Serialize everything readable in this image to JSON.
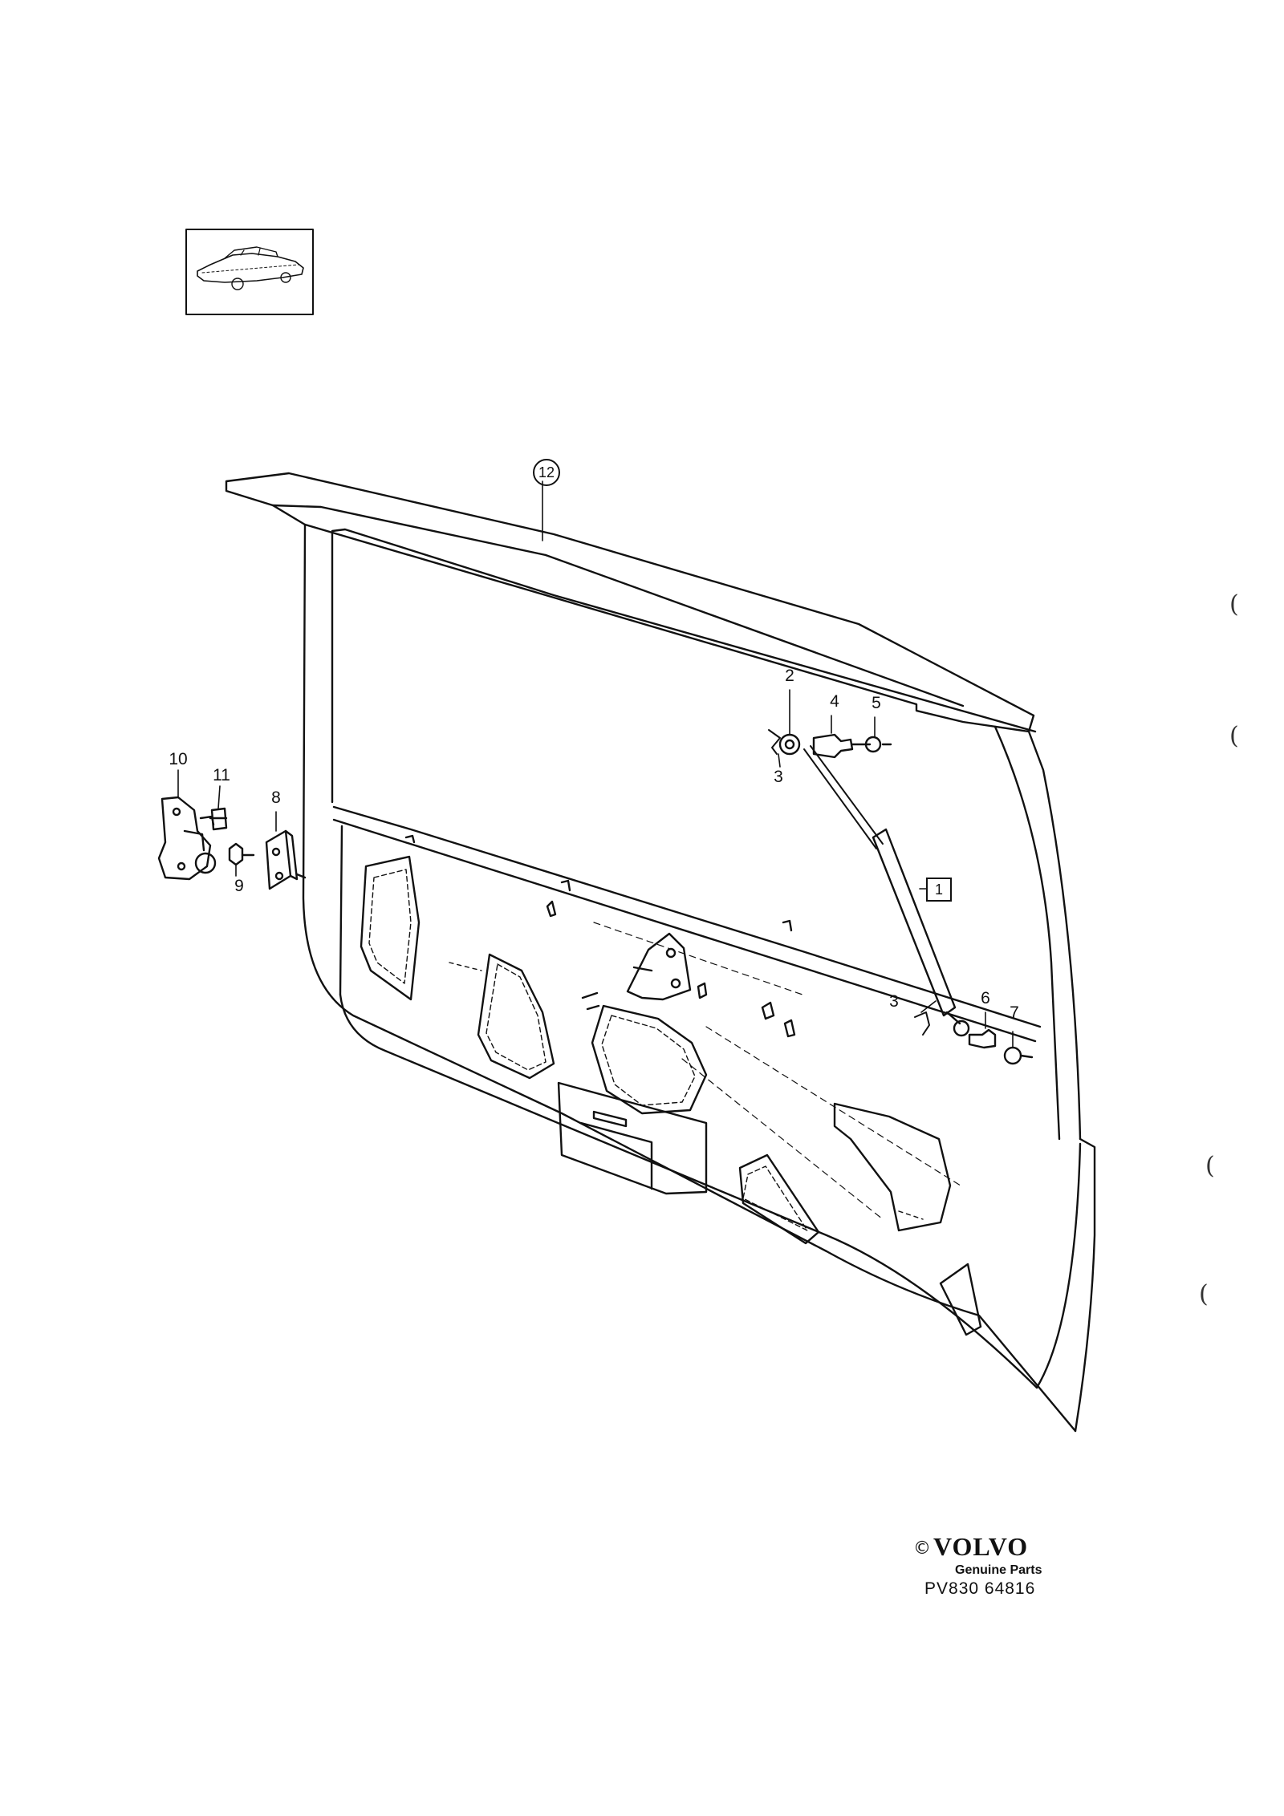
{
  "diagram": {
    "callouts": {
      "c1": "1",
      "c2": "2",
      "c3a": "3",
      "c3b": "3",
      "c4": "4",
      "c5": "5",
      "c6": "6",
      "c7": "7",
      "c8": "8",
      "c9": "9",
      "c10": "10",
      "c11": "11",
      "c12": "12"
    },
    "icons": {
      "thumbnail": "car-thumbnail-icon",
      "tailgate": "tailgate-panel-illustration"
    }
  },
  "brand": {
    "copyright": "©",
    "name": "VOLVO",
    "subtitle": "Genuine Parts",
    "code": "PV830 64816"
  },
  "margin_marks": [
    "(",
    "(",
    "(",
    "("
  ]
}
